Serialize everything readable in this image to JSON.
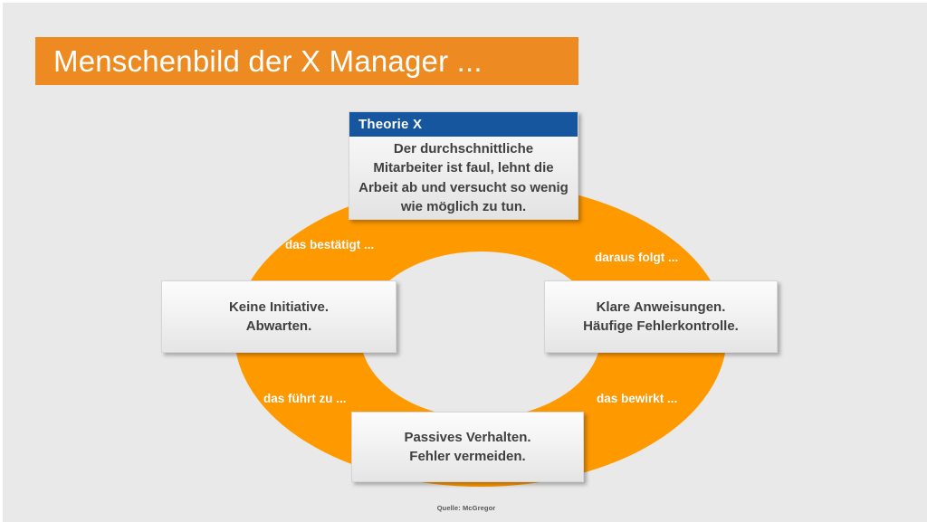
{
  "slide": {
    "title": "Menschenbild der X Manager ...",
    "background_color": "#e9e9e9",
    "accent_orange": "#ed8b22",
    "ring_orange": "#ff9900",
    "header_blue": "#15569e",
    "source": "Quelle: McGregor"
  },
  "theorie_box": {
    "header": "Theorie X",
    "body": "Der durchschnittliche\nMitarbeiter ist faul, lehnt die\nArbeit ab und versucht so wenig\nwie möglich zu tun."
  },
  "cycle": {
    "nodes": [
      {
        "id": "left",
        "text": "Keine Initiative.\nAbwarten."
      },
      {
        "id": "right",
        "text": "Klare Anweisungen.\nHäufige Fehlerkontrolle."
      },
      {
        "id": "bottom",
        "text": "Passives Verhalten.\nFehler vermeiden."
      }
    ],
    "connectors": [
      {
        "id": "top-left",
        "label": "das bestätigt ..."
      },
      {
        "id": "top-right",
        "label": "daraus folgt ..."
      },
      {
        "id": "bottom-left",
        "label": "das führt zu ..."
      },
      {
        "id": "bottom-right",
        "label": "das bewirkt  ..."
      }
    ]
  },
  "chart_data": {
    "type": "diagram",
    "subtype": "cycle-donut",
    "title": "Menschenbild der X Manager ...",
    "center": [
      528,
      367
    ],
    "outer_radius": [
      272,
      168
    ],
    "inner_radius": [
      133,
      92
    ],
    "nodes": [
      "Theorie X: Der durchschnittliche Mitarbeiter ist faul, lehnt die Arbeit ab und versucht so wenig wie möglich zu tun.",
      "Klare Anweisungen. Häufige Fehlerkontrolle.",
      "Passives Verhalten. Fehler vermeiden.",
      "Keine Initiative. Abwarten."
    ],
    "edges": [
      {
        "from": "Theorie X",
        "to": "Klare Anweisungen",
        "label": "daraus folgt ..."
      },
      {
        "from": "Klare Anweisungen",
        "to": "Passives Verhalten",
        "label": "das bewirkt  ..."
      },
      {
        "from": "Passives Verhalten",
        "to": "Keine Initiative",
        "label": "das führt zu ..."
      },
      {
        "from": "Keine Initiative",
        "to": "Theorie X",
        "label": "das bestätigt ..."
      }
    ],
    "legend": [],
    "annotations": [
      "Quelle: McGregor"
    ]
  }
}
